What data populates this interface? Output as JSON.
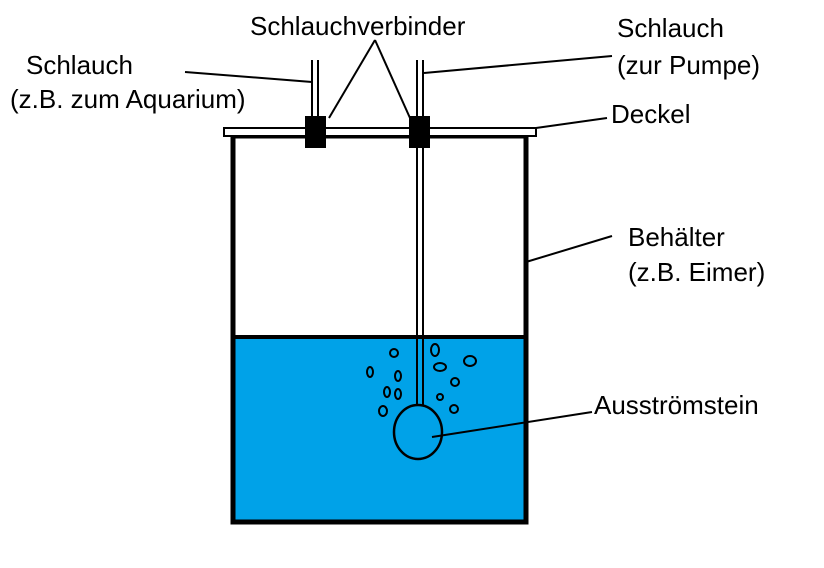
{
  "labels": {
    "connector": "Schlauchverbinder",
    "hose_left_1": "Schlauch",
    "hose_left_2": "(z.B. zum Aquarium)",
    "hose_right_1": "Schlauch",
    "hose_right_2": "(zur Pumpe)",
    "lid": "Deckel",
    "container_1": "Behälter",
    "container_2": "(z.B. Eimer)",
    "airstone": "Ausströmstein"
  },
  "colors": {
    "water": "#00a2e8",
    "line": "#000000"
  }
}
